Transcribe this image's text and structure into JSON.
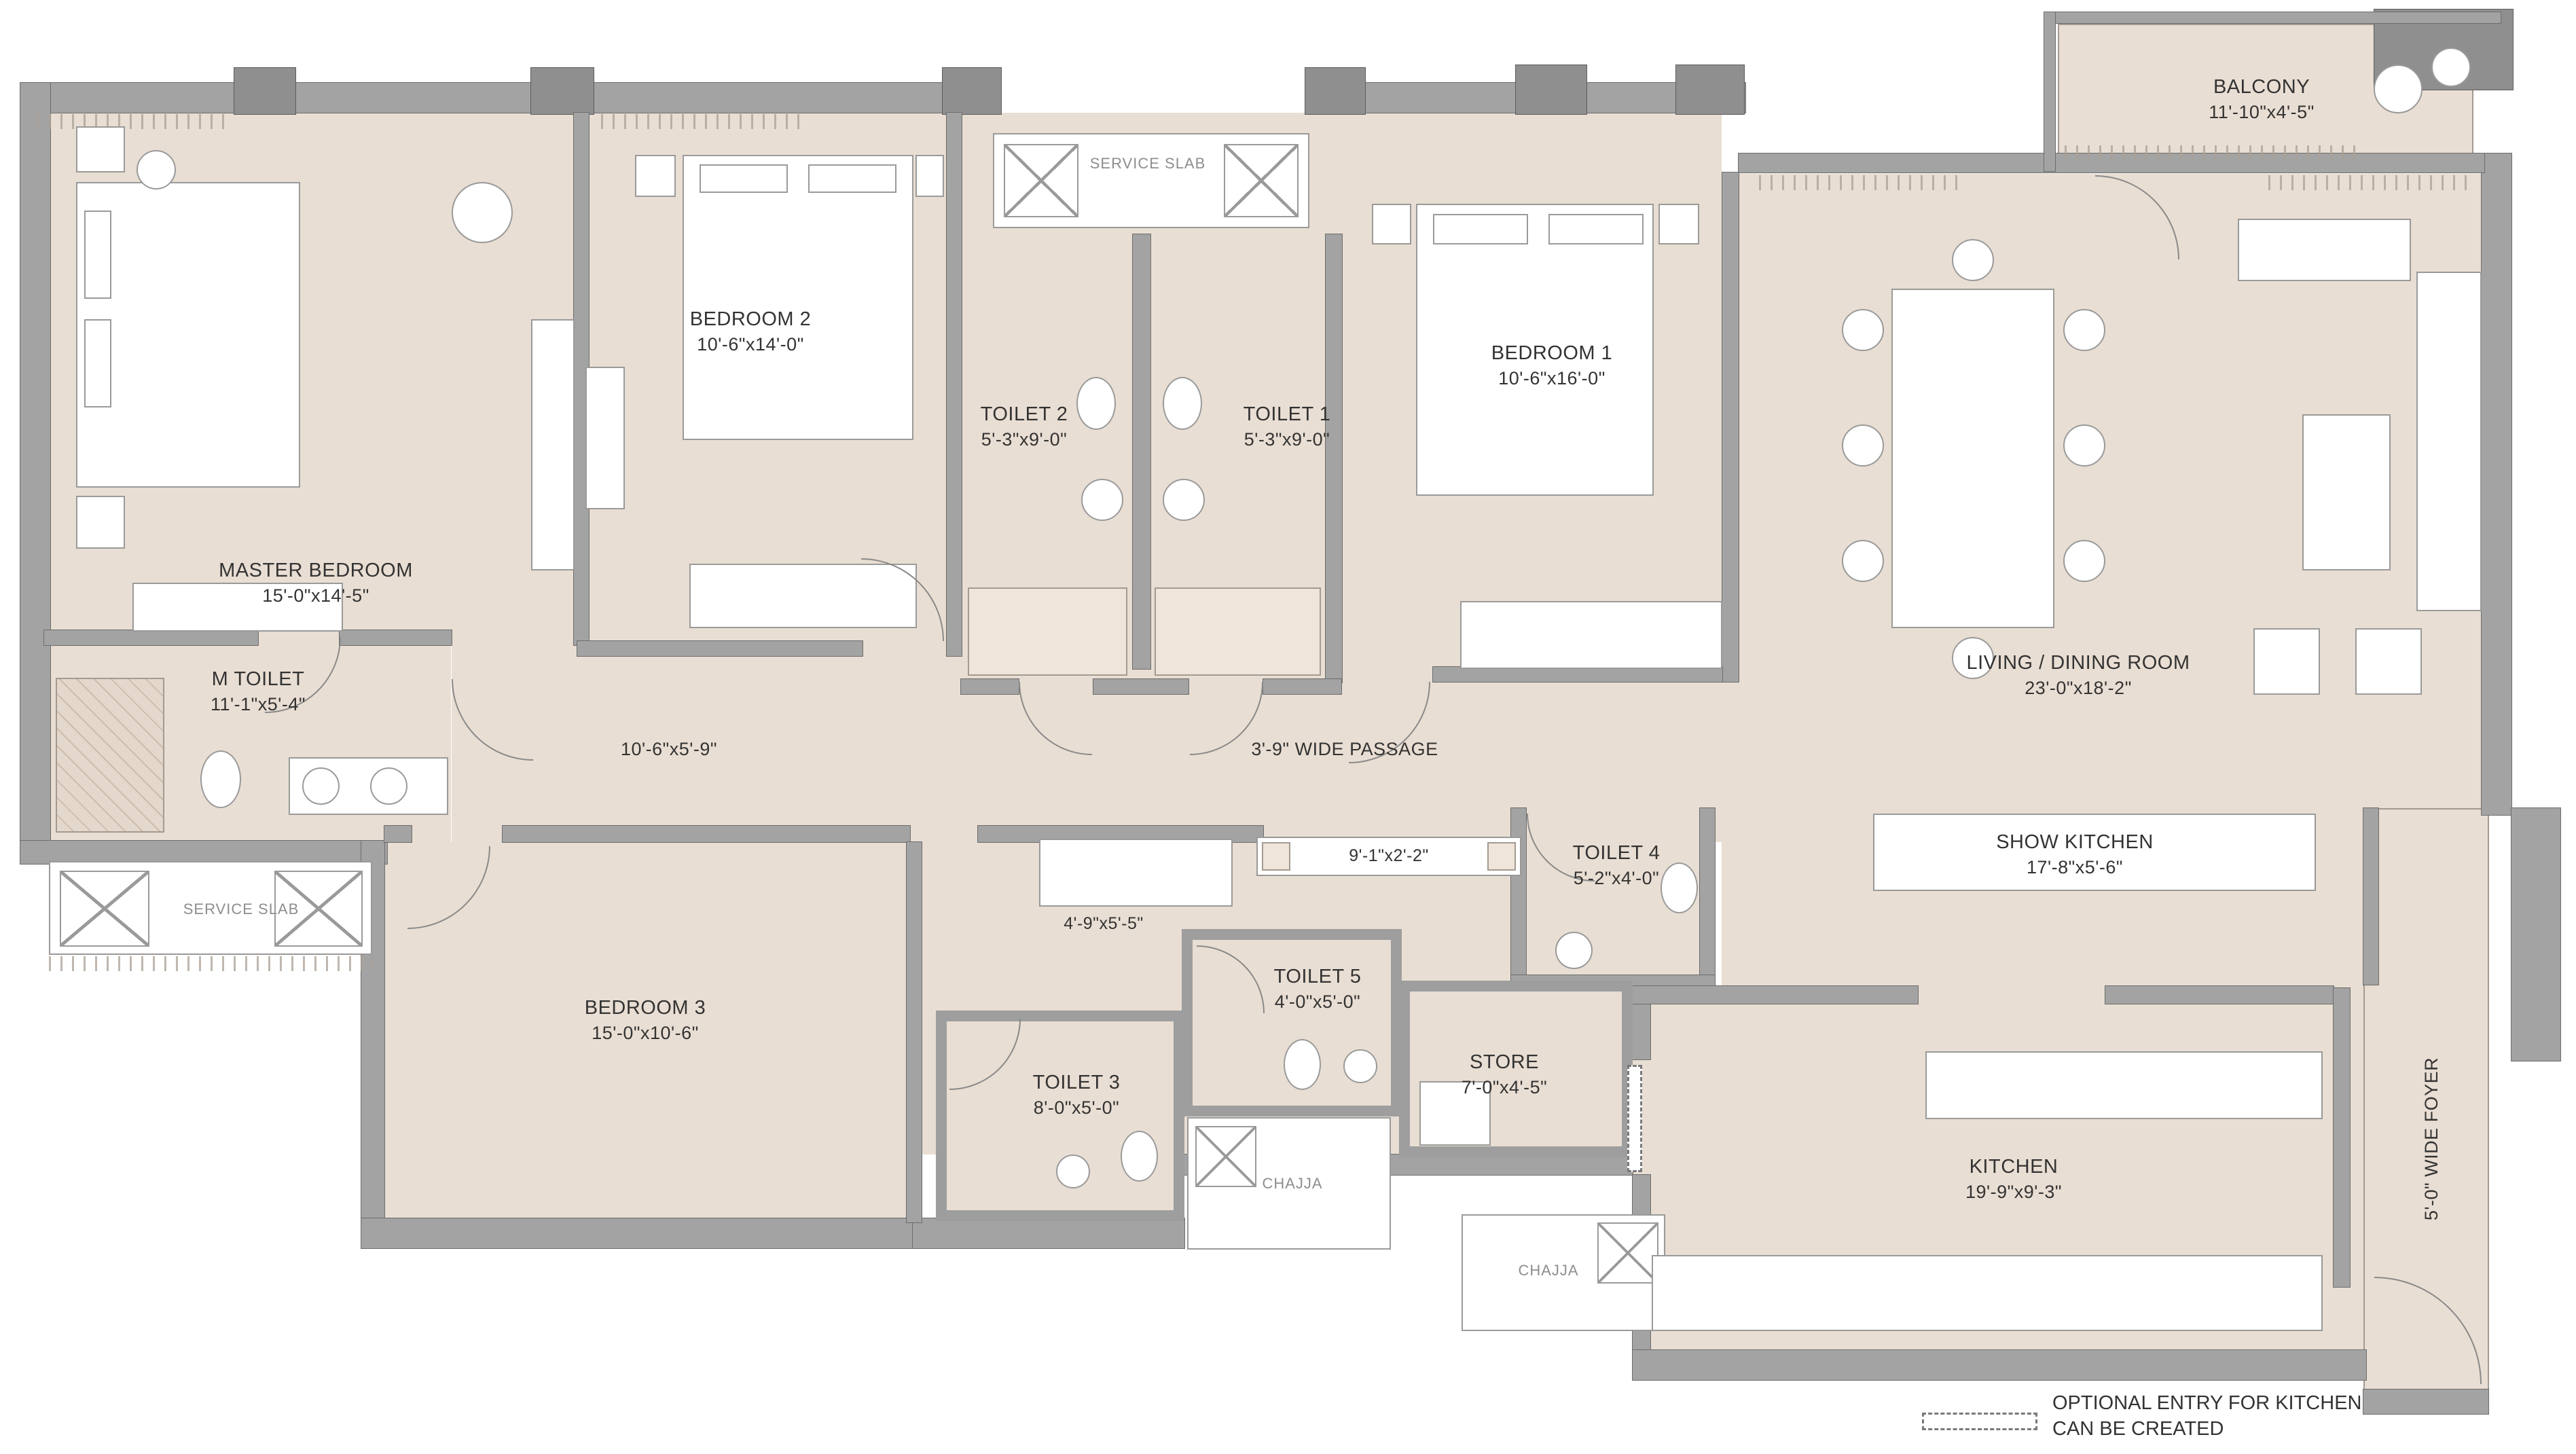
{
  "rooms": {
    "master_bedroom": {
      "name": "MASTER BEDROOM",
      "dims": "15'-0\"x14'-5\""
    },
    "m_toilet": {
      "name": "M TOILET",
      "dims": "11'-1\"x5'-4\""
    },
    "bedroom2": {
      "name": "BEDROOM 2",
      "dims": "10'-6\"x14'-0\""
    },
    "toilet2": {
      "name": "TOILET 2",
      "dims": "5'-3\"x9'-0\""
    },
    "toilet1": {
      "name": "TOILET 1",
      "dims": "5'-3\"x9'-0\""
    },
    "bedroom1": {
      "name": "BEDROOM 1",
      "dims": "10'-6\"x16'-0\""
    },
    "balcony": {
      "name": "BALCONY",
      "dims": "11'-10\"x4'-5\""
    },
    "living_dining": {
      "name": "LIVING / DINING ROOM",
      "dims": "23'-0\"x18'-2\""
    },
    "show_kitchen": {
      "name": "SHOW KITCHEN",
      "dims": "17'-8\"x5'-6\""
    },
    "kitchen": {
      "name": "KITCHEN",
      "dims": "19'-9\"x9'-3\""
    },
    "bedroom3": {
      "name": "BEDROOM 3",
      "dims": "15'-0\"x10'-6\""
    },
    "toilet3": {
      "name": "TOILET 3",
      "dims": "8'-0\"x5'-0\""
    },
    "toilet4": {
      "name": "TOILET 4",
      "dims": "5'-2\"x4'-0\""
    },
    "toilet5": {
      "name": "TOILET 5",
      "dims": "4'-0\"x5'-0\""
    },
    "store": {
      "name": "STORE",
      "dims": "7'-0\"x4'-5\""
    }
  },
  "annotations": {
    "service_slab_top": "SERVICE SLAB",
    "service_slab_left": "SERVICE SLAB",
    "passage_left_dim": "10'-6\"x5'-9\"",
    "passage_label": "3'-9\" WIDE PASSAGE",
    "cabinet_dim": "9'-1\"x2'-2\"",
    "lobby_dim": "4'-9\"x5'-5\"",
    "chajja_top": "CHAJJA",
    "chajja_bottom": "CHAJJA",
    "foyer_label": "5'-0\" WIDE FOYER"
  },
  "legend": {
    "line1": "OPTIONAL ENTRY FOR KITCHEN",
    "line2": "CAN BE CREATED"
  },
  "colors": {
    "floor": "#e9ded3",
    "wall": "#a3a3a3",
    "text": "#333333"
  }
}
